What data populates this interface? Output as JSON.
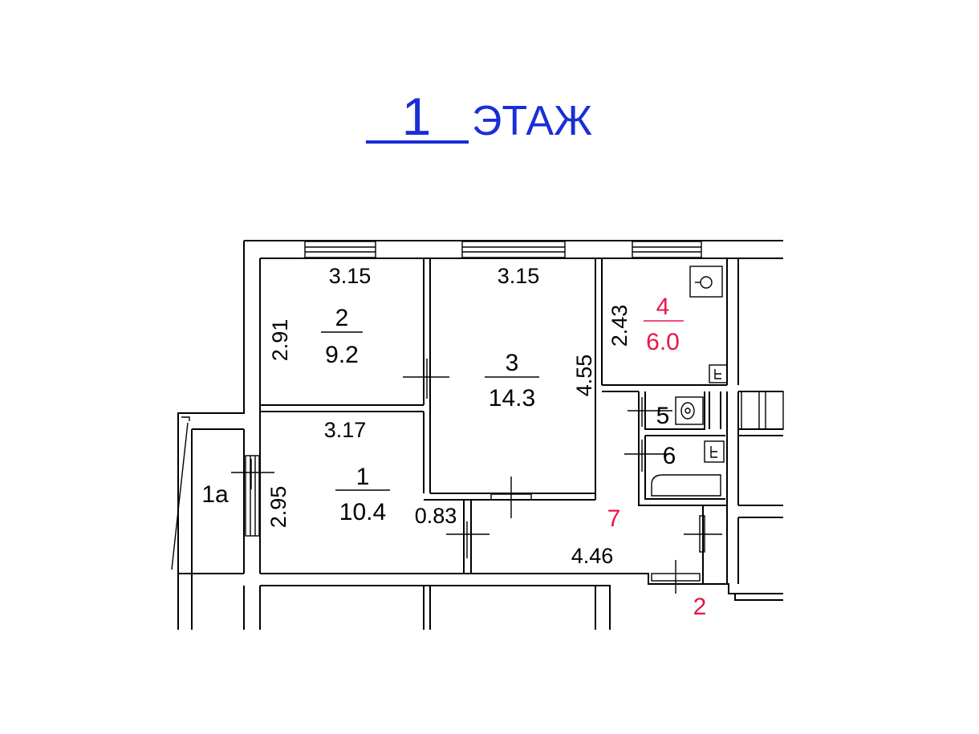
{
  "floor": {
    "number": "1",
    "label": "ЭТАЖ",
    "color": "#1a2ed6"
  },
  "rooms": [
    {
      "id": "1a",
      "number": "1а",
      "area": ""
    },
    {
      "id": "1",
      "number": "1",
      "area": "10.4"
    },
    {
      "id": "2",
      "number": "2",
      "area": "9.2"
    },
    {
      "id": "3",
      "number": "3",
      "area": "14.3"
    },
    {
      "id": "4",
      "number": "4",
      "area": "6.0",
      "color": "#e8154a"
    },
    {
      "id": "5",
      "number": "5",
      "area": ""
    },
    {
      "id": "6",
      "number": "6",
      "area": ""
    },
    {
      "id": "7",
      "number": "7",
      "area": "",
      "color": "#e8154a"
    }
  ],
  "dimensions": {
    "room2_width": "3.15",
    "room2_depth": "2.91",
    "room3_width": "3.15",
    "room3_depth": "4.55",
    "room4_depth": "2.43",
    "room1_width": "3.17",
    "room1_depth": "2.95",
    "hall_offset": "0.83",
    "hall_length": "4.46"
  },
  "annotations": {
    "stair_mark": "2",
    "stair_color": "#e8154a"
  }
}
